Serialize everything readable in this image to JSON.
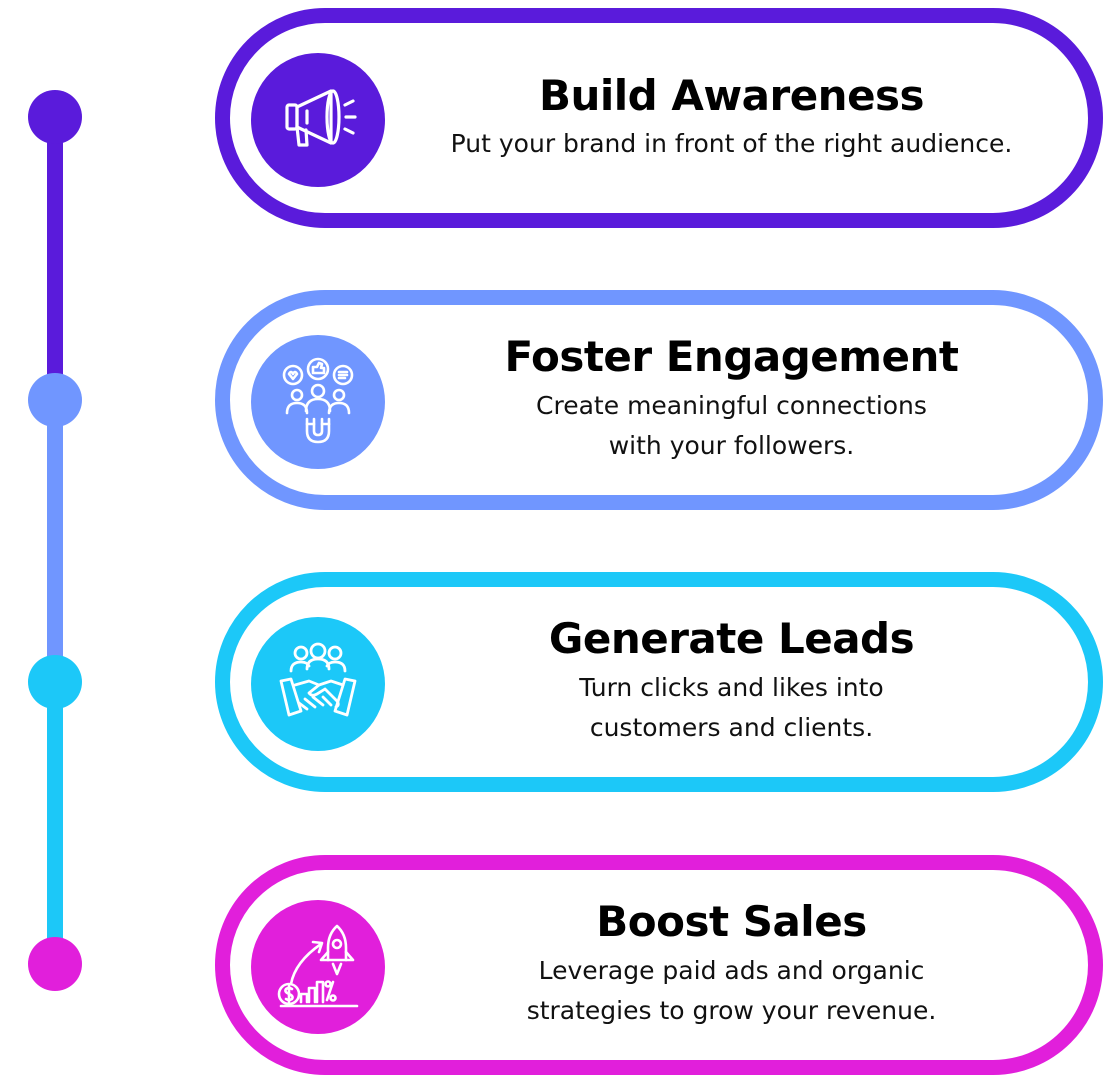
{
  "steps": [
    {
      "title": "Build Awareness",
      "description": "Put your brand in front of the right audience.",
      "color": "#5A1BDB",
      "icon": "megaphone-icon"
    },
    {
      "title": "Foster Engagement",
      "description": "Create meaningful connections\nwith your followers.",
      "color": "#7096FF",
      "icon": "audience-magnet-icon"
    },
    {
      "title": "Generate Leads",
      "description": "Turn clicks and likes into\ncustomers and clients.",
      "color": "#1CC8F8",
      "icon": "handshake-icon"
    },
    {
      "title": "Boost Sales",
      "description": "Leverage paid ads and organic\nstrategies to grow your revenue.",
      "color": "#E11FDB",
      "icon": "growth-rocket-icon"
    }
  ]
}
